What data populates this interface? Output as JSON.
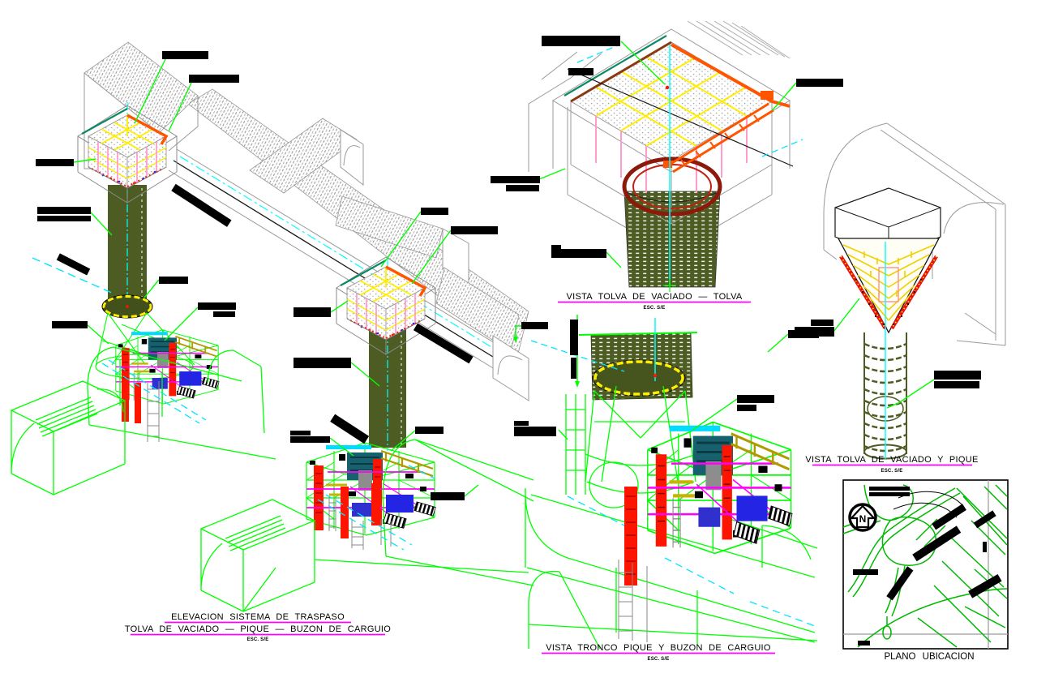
{
  "views": {
    "elevacion": {
      "title1": "ELEVACION SISTEMA DE TRASPASO",
      "title2": "TOLVA DE VACIADO — PIQUE — BUZON DE CARGUIO",
      "scale": "ESC. S/E"
    },
    "tolva": {
      "title": "VISTA TOLVA DE VACIADO — TOLVA",
      "scale": "ESC. S/E"
    },
    "tolva_pique": {
      "title": "VISTA TOLVA DE VACIADO Y PIQUE",
      "scale": "ESC. S/E"
    },
    "tronco": {
      "title": "VISTA TRONCO PIQUE Y BUZON DE CARGUIO",
      "scale": "ESC. S/E"
    },
    "plano": {
      "title": "PLANO UBICACION",
      "north": "N"
    }
  },
  "colors": {
    "background": "#ffffff",
    "wireframe_green": "#00ff00",
    "centerline_cyan": "#00ffff",
    "redacted_black": "#000000",
    "underline_magenta": "#ff00ff",
    "shaft_olive": "#4d5c22",
    "hopper_yellow": "#ffee00",
    "hopper_orange": "#ff5500",
    "hopper_pink": "#ff9ccc",
    "ring_dark_red": "#8b1a0a",
    "rock_gray": "#9a9a9a",
    "machine_red": "#fe1500",
    "machine_magenta": "#ff00ff",
    "machine_blue": "#2424e4",
    "teal_edge": "#0c8a66",
    "map_green": "#00b800"
  }
}
